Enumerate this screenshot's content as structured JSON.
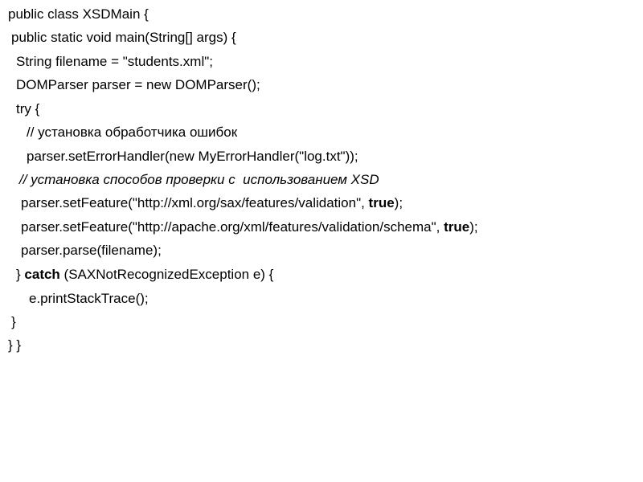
{
  "code_lines": [
    {
      "segments": [
        {
          "text": "public class XSDMain {"
        }
      ]
    },
    {
      "segments": [
        {
          "text": "public static void main(String[] args) {"
        }
      ]
    },
    {
      "segments": [
        {
          "text": "String filename = \"students.xml\";"
        }
      ]
    },
    {
      "segments": [
        {
          "text": "DOMParser parser = new DOMParser();"
        }
      ]
    },
    {
      "segments": [
        {
          "text": "try {"
        }
      ]
    },
    {
      "segments": [
        {
          "text": "// установка обработчика ошибок"
        }
      ]
    },
    {
      "segments": [
        {
          "text": "parser.setErrorHandler(new MyErrorHandler(\"log.txt\"));"
        }
      ]
    },
    {
      "segments": [
        {
          "text": "// установка способов проверки с  использованием XSD"
        }
      ]
    },
    {
      "segments": [
        {
          "text": "parser.setFeature(\"http://xml.org/sax/features/validation\", "
        },
        {
          "text": "true"
        },
        {
          "text": ");"
        }
      ]
    },
    {
      "segments": [
        {
          "text": "parser.setFeature(\"http://apache.org/xml/features/validation/schema\", "
        },
        {
          "text": "true"
        },
        {
          "text": ");"
        }
      ]
    },
    {
      "segments": [
        {
          "text": "parser.parse(filename);"
        }
      ]
    },
    {
      "segments": [
        {
          "text": "} "
        },
        {
          "text": "catch"
        },
        {
          "text": " (SAXNotRecognizedException e) {"
        }
      ]
    },
    {
      "segments": [
        {
          "text": "e.printStackTrace();"
        }
      ]
    },
    {
      "segments": [
        {
          "text": "}"
        }
      ]
    },
    {
      "segments": [
        {
          "text": "} }"
        }
      ]
    }
  ]
}
